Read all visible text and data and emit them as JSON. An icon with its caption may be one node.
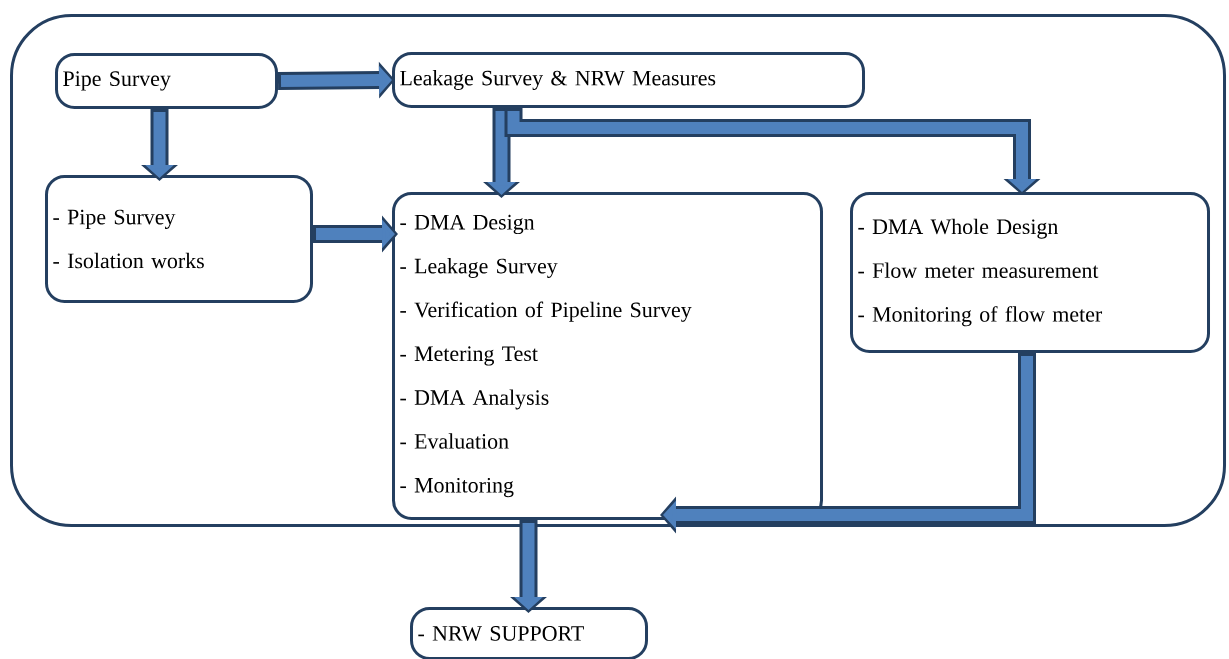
{
  "diagram": {
    "nodes": [
      {
        "text": [],
        "shape": "box"
      },
      {
        "text": [
          "Pipe Survey"
        ],
        "in": 0
      },
      {
        "text": [
          "Leakage Survey & NRW Measures"
        ],
        "in": 0
      },
      {
        "text": [
          "- Pipe Survey",
          "- Isolation works"
        ],
        "in": 0
      },
      {
        "text": [
          "- DMA Design",
          "- Leakage Survey",
          "- Verification of Pipeline Survey",
          "- Metering Test",
          "- DMA Analysis",
          "- Evaluation",
          "- Monitoring"
        ],
        "in": 0
      },
      {
        "text": [
          "- DMA Whole Design",
          "- Flow meter measurement",
          "- Monitoring of flow meter"
        ],
        "in": 0
      },
      {
        "text": [
          "- NRW SUPPORT"
        ]
      }
    ],
    "edges": [
      {
        "from": 1,
        "to": 2,
        "arrow": "to"
      },
      {
        "from": 1,
        "to": 3,
        "arrow": "to"
      },
      {
        "from": 3,
        "to": 4,
        "arrow": "to"
      },
      {
        "from": 2,
        "to": 4,
        "arrow": "to"
      },
      {
        "from": 2,
        "to": 5,
        "arrow": "to"
      },
      {
        "from": 5,
        "to": 4,
        "arrow": "to"
      },
      {
        "from": 4,
        "to": 6,
        "arrow": "to"
      }
    ]
  }
}
